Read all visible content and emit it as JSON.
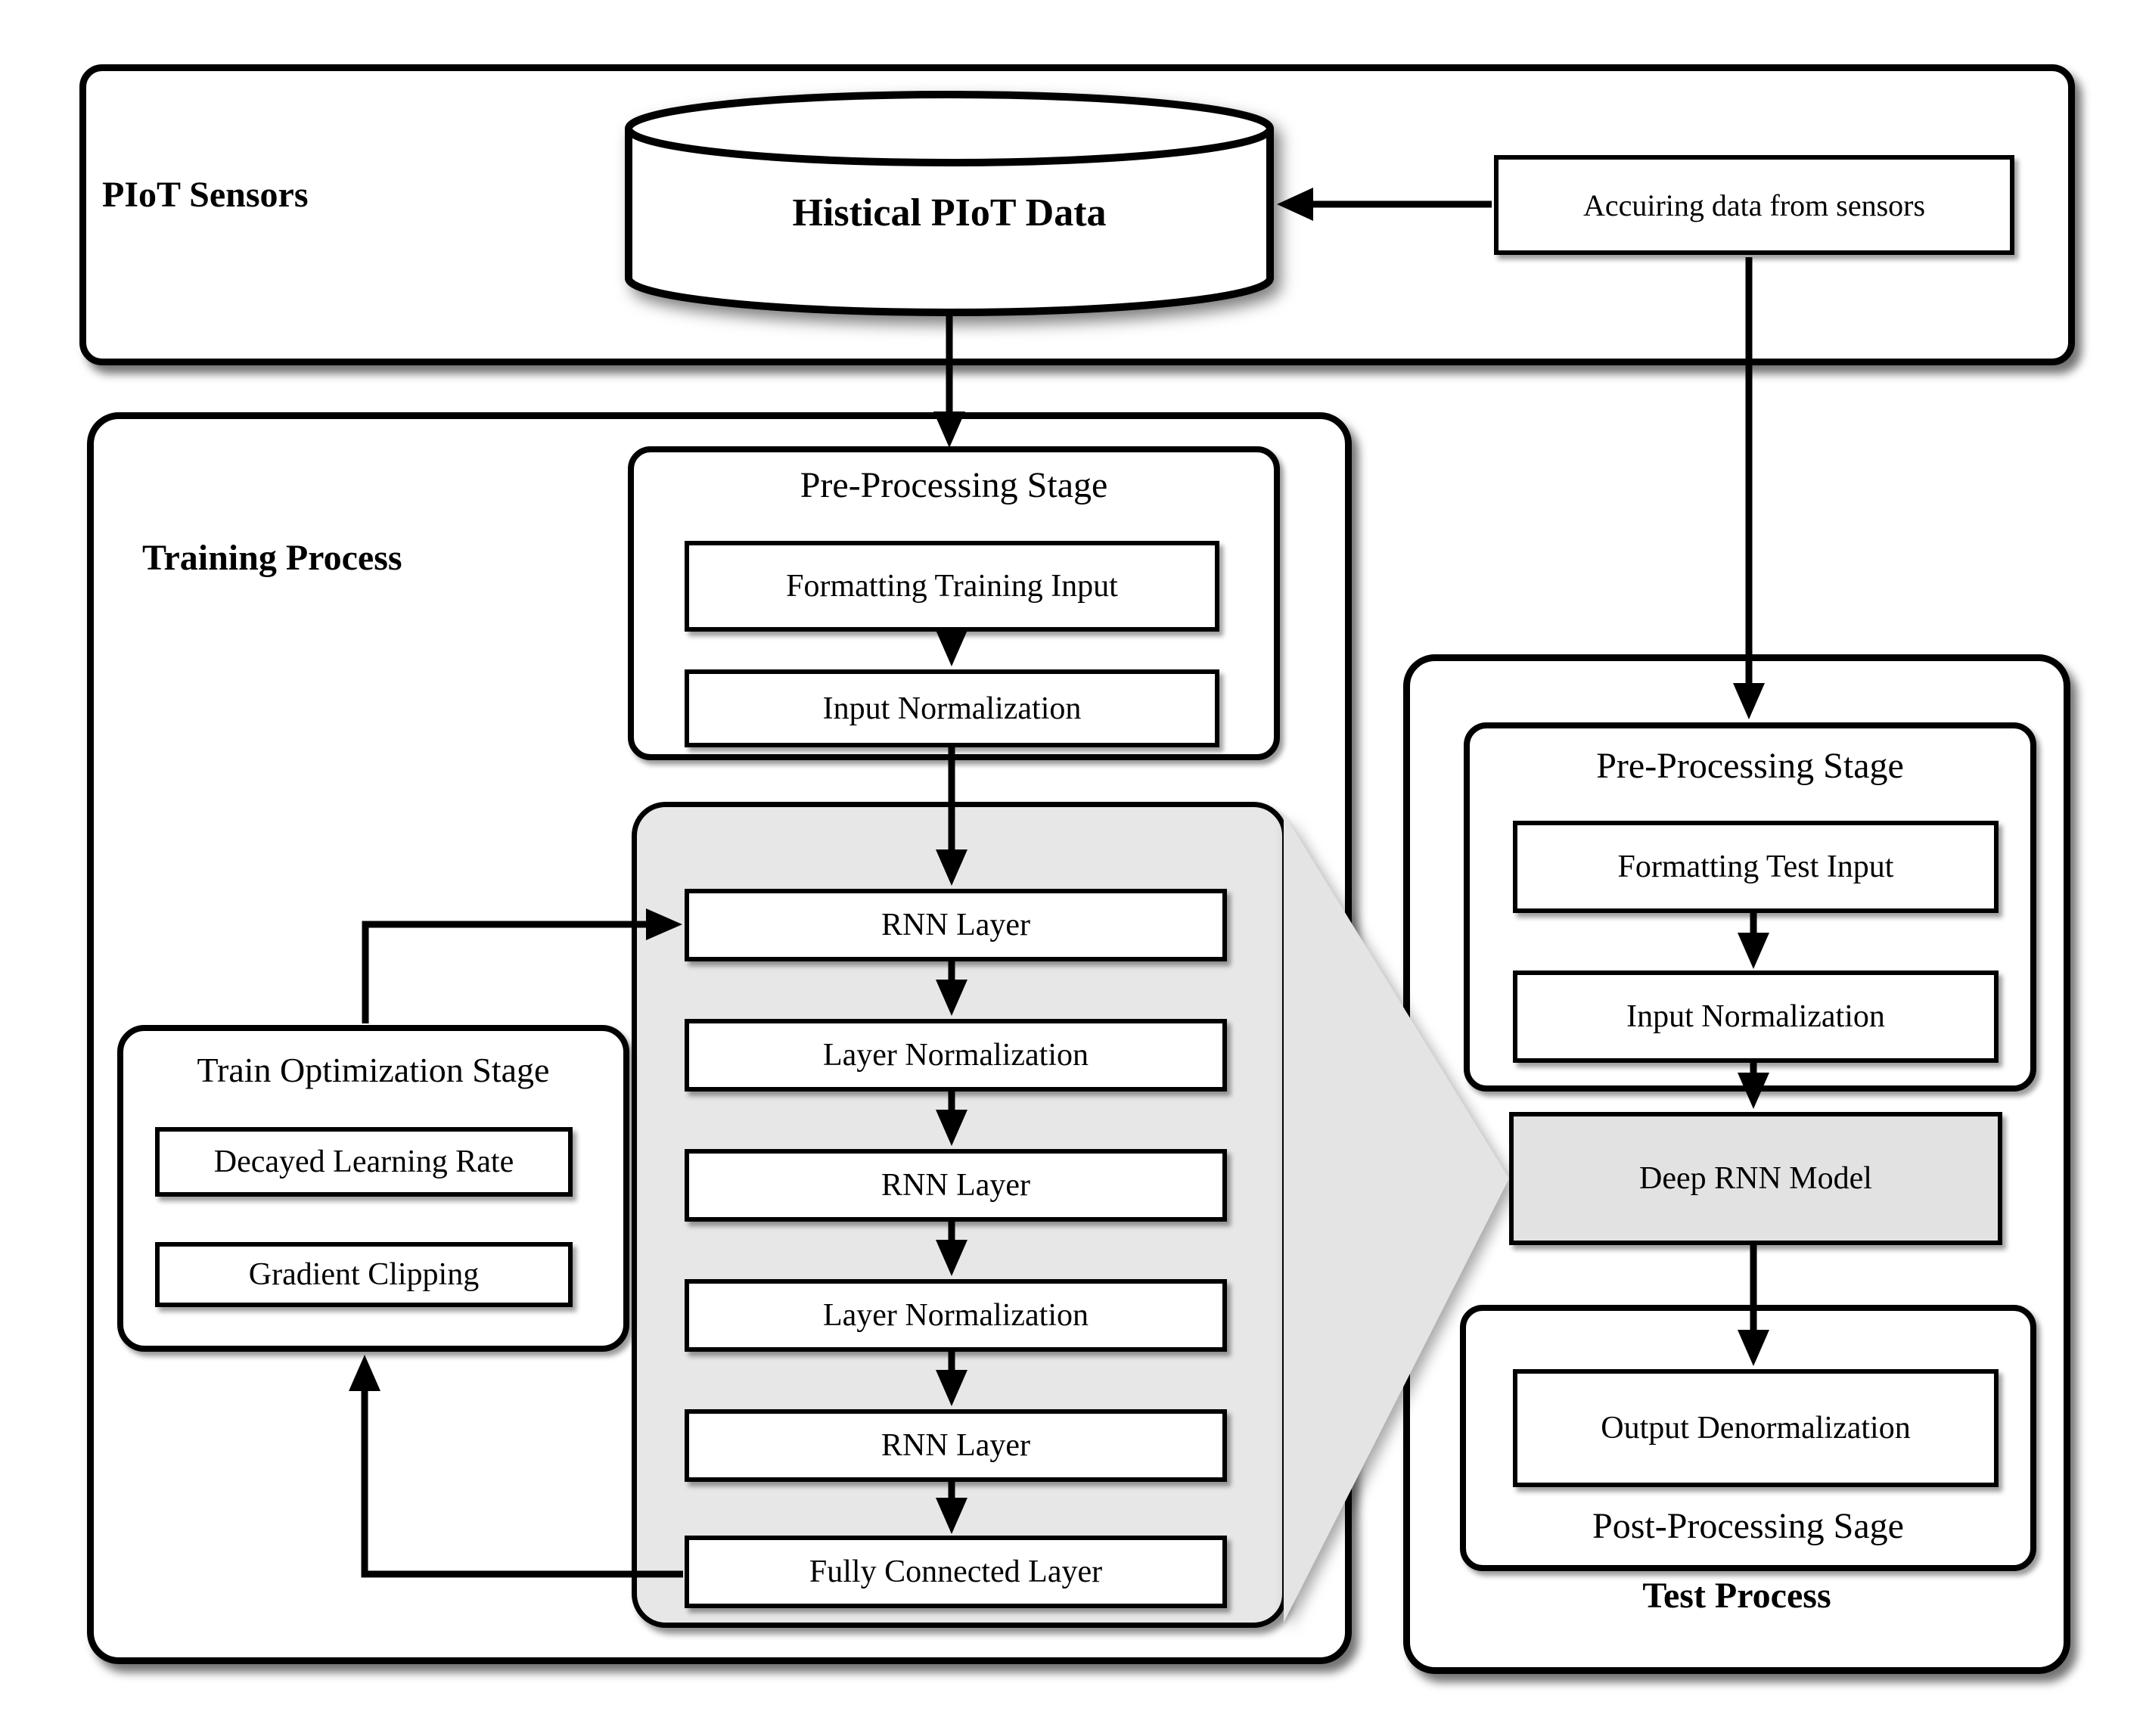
{
  "colors": {
    "background": "#ffffff",
    "line": "#000000",
    "rnn_container_fill": "#e7e7e7",
    "model_fill": "#e2e2e2",
    "projection_fill": "#e4e4e4"
  },
  "piot_sensors": {
    "label": "PIoT Sensors",
    "database_label": "Histical PIoT Data",
    "acquire_label": "Accuiring data from sensors"
  },
  "training_process": {
    "label": "Training Process",
    "pre_processing": {
      "title": "Pre-Processing Stage",
      "steps": [
        "Formatting Training Input",
        "Input Normalization"
      ]
    },
    "rnn_stack": [
      "RNN Layer",
      "Layer Normalization",
      "RNN Layer",
      "Layer Normalization",
      "RNN Layer",
      "Fully Connected Layer"
    ],
    "optimization": {
      "title": "Train Optimization Stage",
      "steps": [
        "Decayed Learning Rate",
        "Gradient Clipping"
      ]
    }
  },
  "test_process": {
    "label": "Test Process",
    "pre_processing": {
      "title": "Pre-Processing Stage",
      "steps": [
        "Formatting Test Input",
        "Input Normalization"
      ]
    },
    "model_label": "Deep RNN Model",
    "post_processing": {
      "title": "Post-Processing Sage",
      "steps": [
        "Output Denormalization"
      ]
    }
  }
}
